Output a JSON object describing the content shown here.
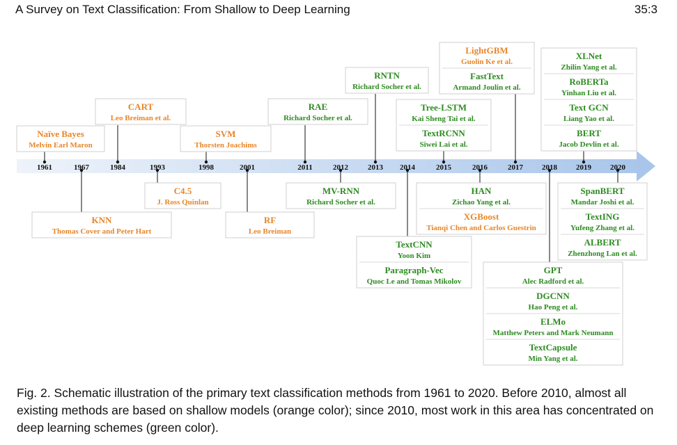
{
  "header": {
    "title": "A Survey on Text Classification: From Shallow to Deep Learning",
    "page": "35:3"
  },
  "colors": {
    "shallow": "#e8862a",
    "deep": "#2e8b22",
    "axis_start": "#eef3fa",
    "axis_end": "#a9c6ea"
  },
  "timeline": {
    "years": [
      "1961",
      "1967",
      "1984",
      "1993",
      "1998",
      "2001",
      "2011",
      "2012",
      "2013",
      "2014",
      "2015",
      "2016",
      "2017",
      "2018",
      "2019",
      "2020"
    ],
    "groups": [
      {
        "year": "1961",
        "side": "above",
        "items": [
          {
            "method": "Naïve Bayes",
            "authors": "Melvin Earl Maron",
            "kind": "shallow"
          }
        ]
      },
      {
        "year": "1984",
        "side": "above",
        "items": [
          {
            "method": "CART",
            "authors": "Leo Breiman et al.",
            "kind": "shallow"
          }
        ]
      },
      {
        "year": "1998",
        "side": "above",
        "items": [
          {
            "method": "SVM",
            "authors": "Thorsten Joachims",
            "kind": "shallow"
          }
        ]
      },
      {
        "year": "2011",
        "side": "above",
        "items": [
          {
            "method": "RAE",
            "authors": "Richard Socher et al.",
            "kind": "deep"
          }
        ]
      },
      {
        "year": "2013",
        "side": "above",
        "items": [
          {
            "method": "RNTN",
            "authors": "Richard Socher et al.",
            "kind": "deep"
          }
        ]
      },
      {
        "year": "2015",
        "side": "above",
        "items": [
          {
            "method": "Tree-LSTM",
            "authors": "Kai Sheng Tai et al.",
            "kind": "deep"
          },
          {
            "method": "TextRCNN",
            "authors": "Siwei Lai et al.",
            "kind": "deep"
          }
        ]
      },
      {
        "year": "2017",
        "side": "above",
        "items": [
          {
            "method": "LightGBM",
            "authors": "Guolin Ke et al.",
            "kind": "shallow"
          },
          {
            "method": "FastText",
            "authors": "Armand Joulin et al.",
            "kind": "deep"
          }
        ]
      },
      {
        "year": "2019",
        "side": "above",
        "items": [
          {
            "method": "XLNet",
            "authors": "Zhilin Yang et al.",
            "kind": "deep"
          },
          {
            "method": "RoBERTa",
            "authors": "Yinhan Liu et al.",
            "kind": "deep"
          },
          {
            "method": "Text GCN",
            "authors": "Liang Yao et al.",
            "kind": "deep"
          },
          {
            "method": "BERT",
            "authors": "Jacob Devlin et al.",
            "kind": "deep"
          }
        ]
      },
      {
        "year": "1967",
        "side": "below",
        "items": [
          {
            "method": "KNN",
            "authors": "Thomas Cover and Peter Hart",
            "kind": "shallow"
          }
        ]
      },
      {
        "year": "1993",
        "side": "below",
        "items": [
          {
            "method": "C4.5",
            "authors": "J. Ross Quinlan",
            "kind": "shallow"
          }
        ]
      },
      {
        "year": "2001",
        "side": "below",
        "items": [
          {
            "method": "RF",
            "authors": "Leo Breiman",
            "kind": "shallow"
          }
        ]
      },
      {
        "year": "2012",
        "side": "below",
        "items": [
          {
            "method": "MV-RNN",
            "authors": "Richard Socher et al.",
            "kind": "deep"
          }
        ]
      },
      {
        "year": "2014",
        "side": "below",
        "items": [
          {
            "method": "TextCNN",
            "authors": "Yoon Kim",
            "kind": "deep"
          },
          {
            "method": "Paragraph-Vec",
            "authors": "Quoc Le and Tomas Mikolov",
            "kind": "deep"
          }
        ]
      },
      {
        "year": "2016",
        "side": "below",
        "items": [
          {
            "method": "HAN",
            "authors": "Zichao Yang et al.",
            "kind": "deep"
          },
          {
            "method": "XGBoost",
            "authors": "Tianqi Chen and Carlos Guestrin",
            "kind": "shallow"
          }
        ]
      },
      {
        "year": "2018",
        "side": "below",
        "items": [
          {
            "method": "GPT",
            "authors": "Alec Radford et al.",
            "kind": "deep"
          },
          {
            "method": "DGCNN",
            "authors": "Hao Peng et al.",
            "kind": "deep"
          },
          {
            "method": "ELMo",
            "authors": "Matthew Peters and Mark Neumann",
            "kind": "deep"
          },
          {
            "method": "TextCapsule",
            "authors": "Min Yang et al.",
            "kind": "deep"
          }
        ]
      },
      {
        "year": "2020",
        "side": "below",
        "items": [
          {
            "method": "SpanBERT",
            "authors": "Mandar Joshi et al.",
            "kind": "deep"
          },
          {
            "method": "TextING",
            "authors": "Yufeng Zhang et al.",
            "kind": "deep"
          },
          {
            "method": "ALBERT",
            "authors": "Zhenzhong Lan et al.",
            "kind": "deep"
          }
        ]
      }
    ]
  },
  "caption": "Fig. 2.  Schematic illustration of the primary text classification methods from 1961 to 2020. Before 2010, almost all existing methods are based on shallow models (orange color); since 2010, most work in this area has concentrated on deep learning schemes (green color)."
}
